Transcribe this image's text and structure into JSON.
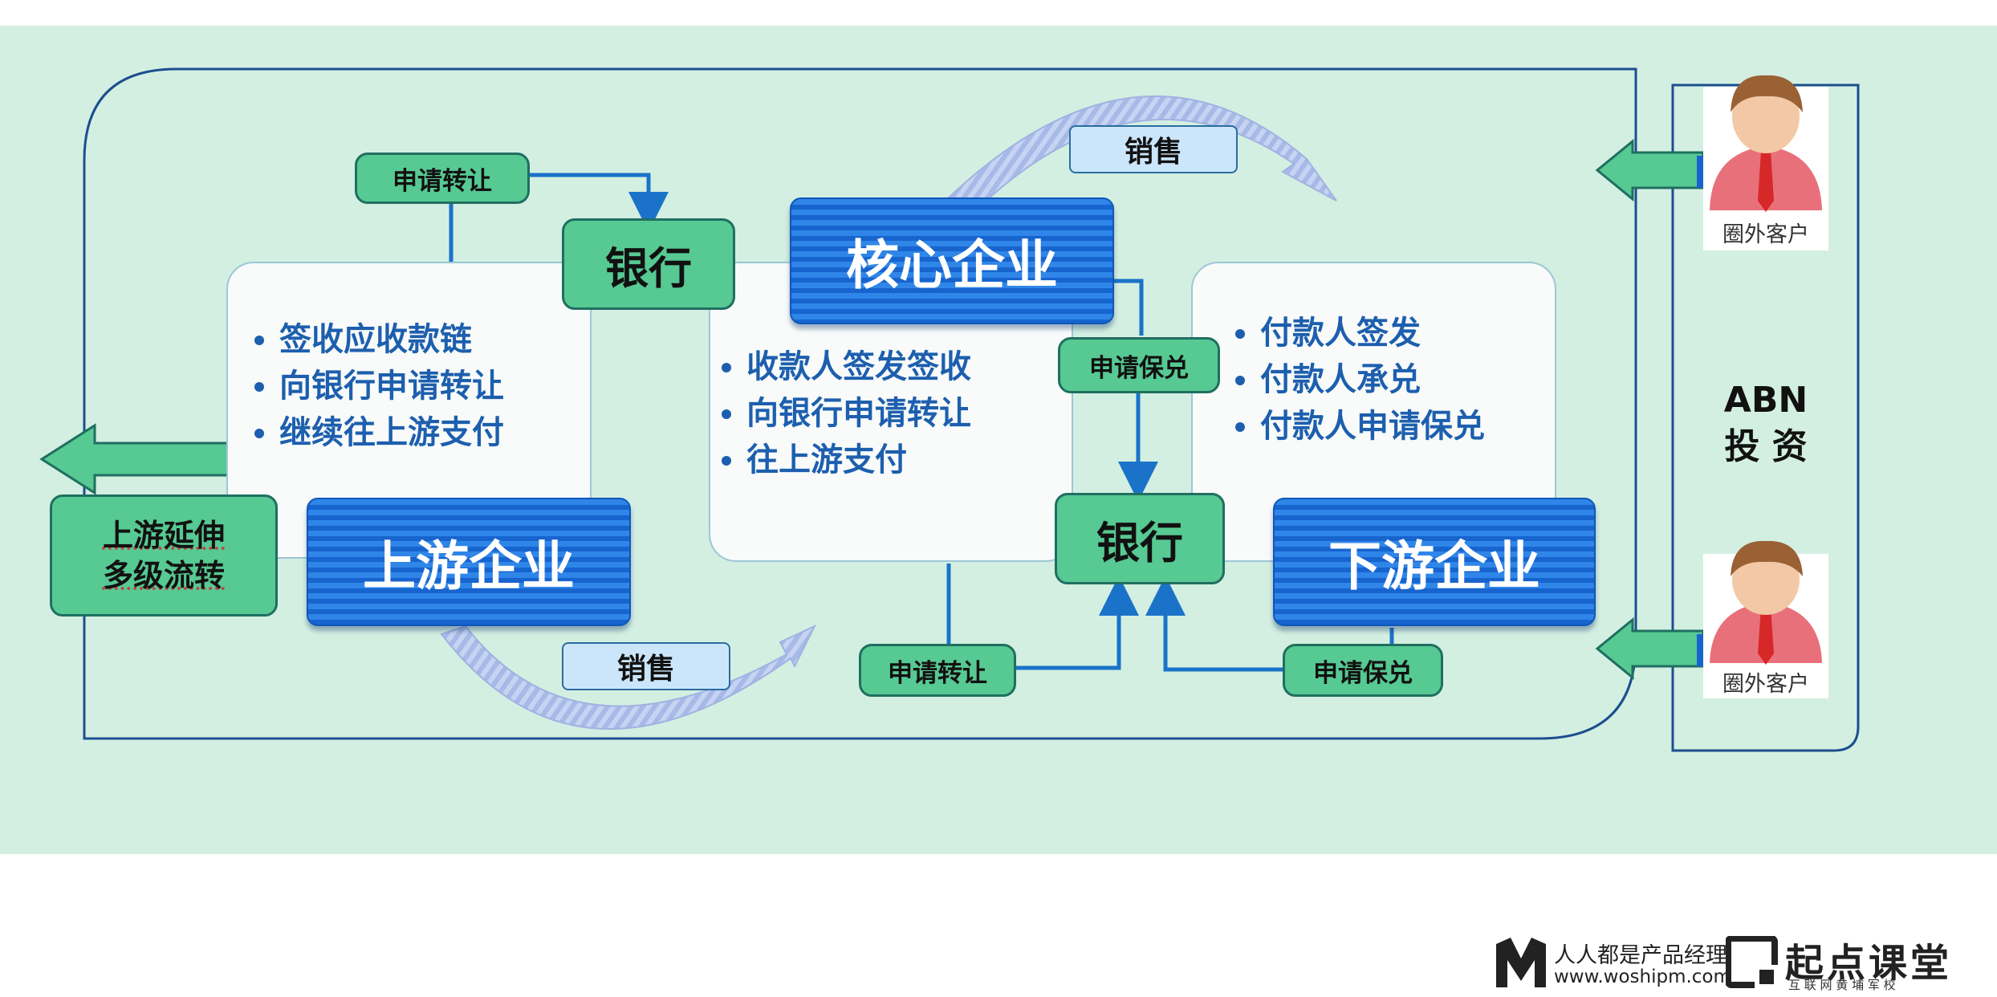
{
  "upstream_ext": "上游延伸\n多级流转",
  "upstream": "上游企业",
  "core": "核心企业",
  "downstream": "下游企业",
  "bank_top": "银行",
  "bank_mid": "银行",
  "apply_transfer_top": "申请转让",
  "apply_transfer_bottom": "申请转让",
  "apply_guarantee_mid": "申请保兑",
  "apply_guarantee_bottom": "申请保兑",
  "sale_top": "销售",
  "sale_bottom": "销售",
  "left_points": [
    "签收应收款链",
    "向银行申请转让",
    "继续往上游支付"
  ],
  "center_points": [
    "收款人签发签收",
    "向银行申请转让",
    "往上游支付"
  ],
  "right_points": [
    "付款人签发",
    "付款人承兑",
    "付款人申请保兑"
  ],
  "abn_line1": "ABN",
  "abn_line2": "投 资",
  "customer_top": "圈外客户",
  "customer_bottom": "圈外客户",
  "footer": {
    "brand1_name": "人人都是产品经理",
    "brand1_url": "www.woshipm.com",
    "brand2_name": "起点课堂",
    "brand2_sub": "互 联 网 黄 埔 军 校"
  },
  "colors": {
    "band": "#d3efe1",
    "blue": "#1764cf",
    "green": "#57c993",
    "bullet_text": "#1d5fae"
  }
}
